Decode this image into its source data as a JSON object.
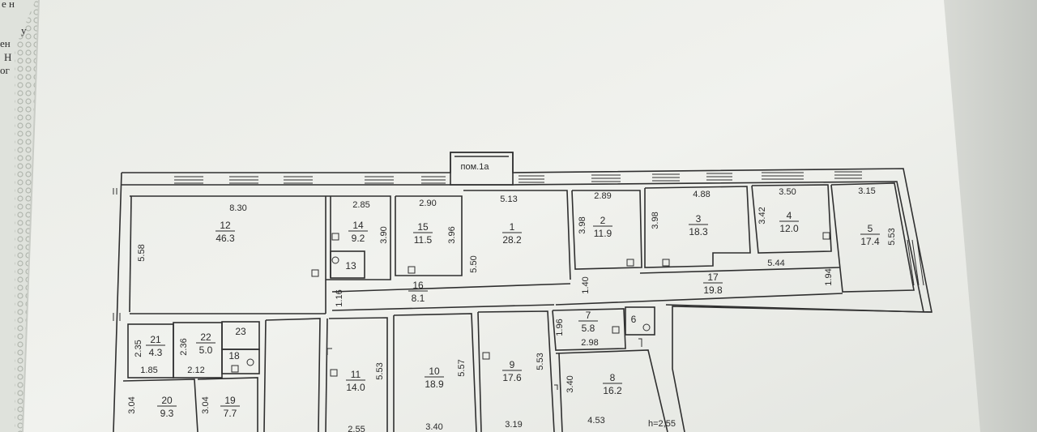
{
  "margin_text": [
    "е н",
    "у",
    "ен",
    "Н",
    "ог"
  ],
  "balcony_label": "пом.1а",
  "rooms": [
    {
      "id": "r12",
      "num": "12",
      "area": "46.3"
    },
    {
      "id": "r14",
      "num": "14",
      "area": "9.2"
    },
    {
      "id": "r15",
      "num": "15",
      "area": "11.5"
    },
    {
      "id": "r1",
      "num": "1",
      "area": "28.2"
    },
    {
      "id": "r2",
      "num": "2",
      "area": "11.9"
    },
    {
      "id": "r3",
      "num": "3",
      "area": "18.3"
    },
    {
      "id": "r4",
      "num": "4",
      "area": "12.0"
    },
    {
      "id": "r5",
      "num": "5",
      "area": "17.4"
    },
    {
      "id": "r13",
      "num": "13",
      "area": ""
    },
    {
      "id": "r16",
      "num": "16",
      "area": "8.1"
    },
    {
      "id": "r17",
      "num": "17",
      "area": "19.8"
    },
    {
      "id": "r21",
      "num": "21",
      "area": "4.3"
    },
    {
      "id": "r22",
      "num": "22",
      "area": "5.0"
    },
    {
      "id": "r23",
      "num": "23",
      "area": ""
    },
    {
      "id": "r18",
      "num": "18",
      "area": ""
    },
    {
      "id": "r11",
      "num": "11",
      "area": "14.0"
    },
    {
      "id": "r10",
      "num": "10",
      "area": "18.9"
    },
    {
      "id": "r9",
      "num": "9",
      "area": "17.6"
    },
    {
      "id": "r7",
      "num": "7",
      "area": "5.8"
    },
    {
      "id": "r6",
      "num": "6",
      "area": ""
    },
    {
      "id": "r8",
      "num": "8",
      "area": "16.2"
    },
    {
      "id": "r20",
      "num": "20",
      "area": "9.3"
    },
    {
      "id": "r19",
      "num": "19",
      "area": "7.7"
    }
  ],
  "dimensions": [
    "8.30",
    "2.85",
    "2.90",
    "5.13",
    "2.89",
    "4.88",
    "3.50",
    "3.15",
    "5.58",
    "3.90",
    "3.96",
    "5.50",
    "3.98",
    "3.98",
    "3.42",
    "5.53",
    "5.44",
    "1.94",
    "1.40",
    "1.16",
    "2.35",
    "2.36",
    "1.85",
    "2.12",
    "5.53",
    "5.57",
    "5.53",
    "1.96",
    "2.98",
    "3.40",
    "4.53",
    "3.04",
    "3.04",
    "2.55",
    "3.40",
    "3.19"
  ],
  "height_note": "h=2,55"
}
